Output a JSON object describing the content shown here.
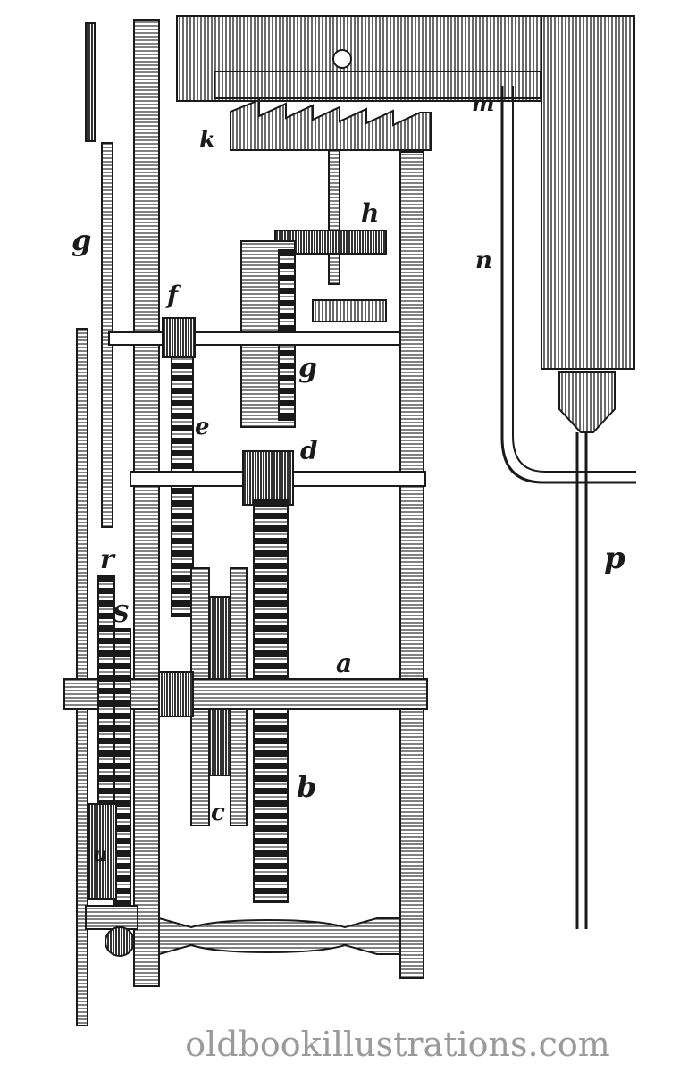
{
  "diagram": {
    "labels": {
      "a": "a",
      "b": "b",
      "c": "c",
      "d": "d",
      "e": "e",
      "f": "f",
      "g_left": "g",
      "g_right": "g",
      "h": "h",
      "k": "k",
      "m": "m",
      "n": "n",
      "p": "p",
      "r": "r",
      "s": "S",
      "u": "u"
    },
    "watermark": "oldbookillustrations.com"
  },
  "colors": {
    "ink": "#1a1a1a",
    "paper": "#ffffff",
    "watermark": "#9a9a9a"
  }
}
